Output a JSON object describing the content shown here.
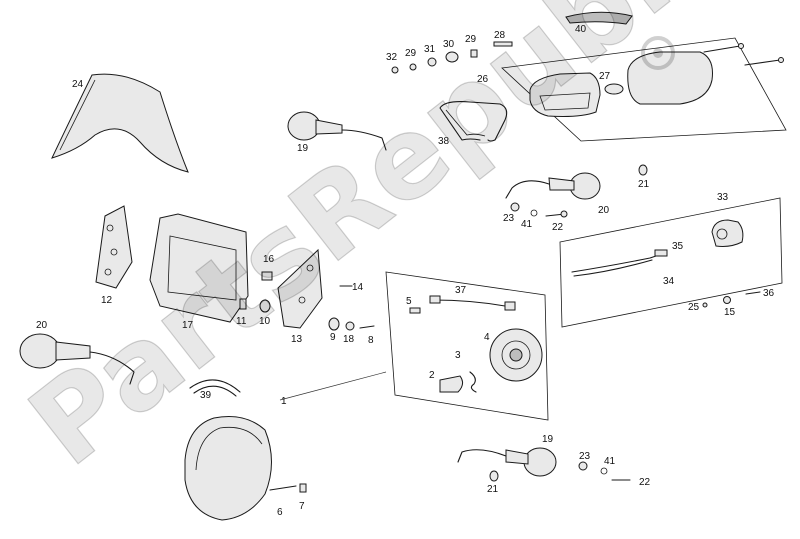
{
  "watermark": "PartsRepublik",
  "callouts": [
    {
      "id": "c40",
      "label": "40"
    },
    {
      "id": "c28",
      "label": "28"
    },
    {
      "id": "c29a",
      "label": "29"
    },
    {
      "id": "c30",
      "label": "30"
    },
    {
      "id": "c31",
      "label": "31"
    },
    {
      "id": "c29b",
      "label": "29"
    },
    {
      "id": "c32",
      "label": "32"
    },
    {
      "id": "c26",
      "label": "26"
    },
    {
      "id": "c27",
      "label": "27"
    },
    {
      "id": "c24",
      "label": "24"
    },
    {
      "id": "c19a",
      "label": "19"
    },
    {
      "id": "c38",
      "label": "38"
    },
    {
      "id": "c21a",
      "label": "21"
    },
    {
      "id": "c20a",
      "label": "20"
    },
    {
      "id": "c23a",
      "label": "23"
    },
    {
      "id": "c41a",
      "label": "41"
    },
    {
      "id": "c22a",
      "label": "22"
    },
    {
      "id": "c33",
      "label": "33"
    },
    {
      "id": "c35",
      "label": "35"
    },
    {
      "id": "c34",
      "label": "34"
    },
    {
      "id": "c36",
      "label": "36"
    },
    {
      "id": "c25",
      "label": "25"
    },
    {
      "id": "c15",
      "label": "15"
    },
    {
      "id": "c16",
      "label": "16"
    },
    {
      "id": "c12",
      "label": "12"
    },
    {
      "id": "c17",
      "label": "17"
    },
    {
      "id": "c11",
      "label": "11"
    },
    {
      "id": "c10",
      "label": "10"
    },
    {
      "id": "c14",
      "label": "14"
    },
    {
      "id": "c13",
      "label": "13"
    },
    {
      "id": "c9",
      "label": "9"
    },
    {
      "id": "c18",
      "label": "18"
    },
    {
      "id": "c8",
      "label": "8"
    },
    {
      "id": "c37",
      "label": "37"
    },
    {
      "id": "c5",
      "label": "5"
    },
    {
      "id": "c4",
      "label": "4"
    },
    {
      "id": "c3",
      "label": "3"
    },
    {
      "id": "c2",
      "label": "2"
    },
    {
      "id": "c20b",
      "label": "20"
    },
    {
      "id": "c39",
      "label": "39"
    },
    {
      "id": "c1",
      "label": "1"
    },
    {
      "id": "c6",
      "label": "6"
    },
    {
      "id": "c7",
      "label": "7"
    },
    {
      "id": "c19b",
      "label": "19"
    },
    {
      "id": "c23b",
      "label": "23"
    },
    {
      "id": "c41b",
      "label": "41"
    },
    {
      "id": "c22b",
      "label": "22"
    },
    {
      "id": "c21b",
      "label": "21"
    }
  ]
}
